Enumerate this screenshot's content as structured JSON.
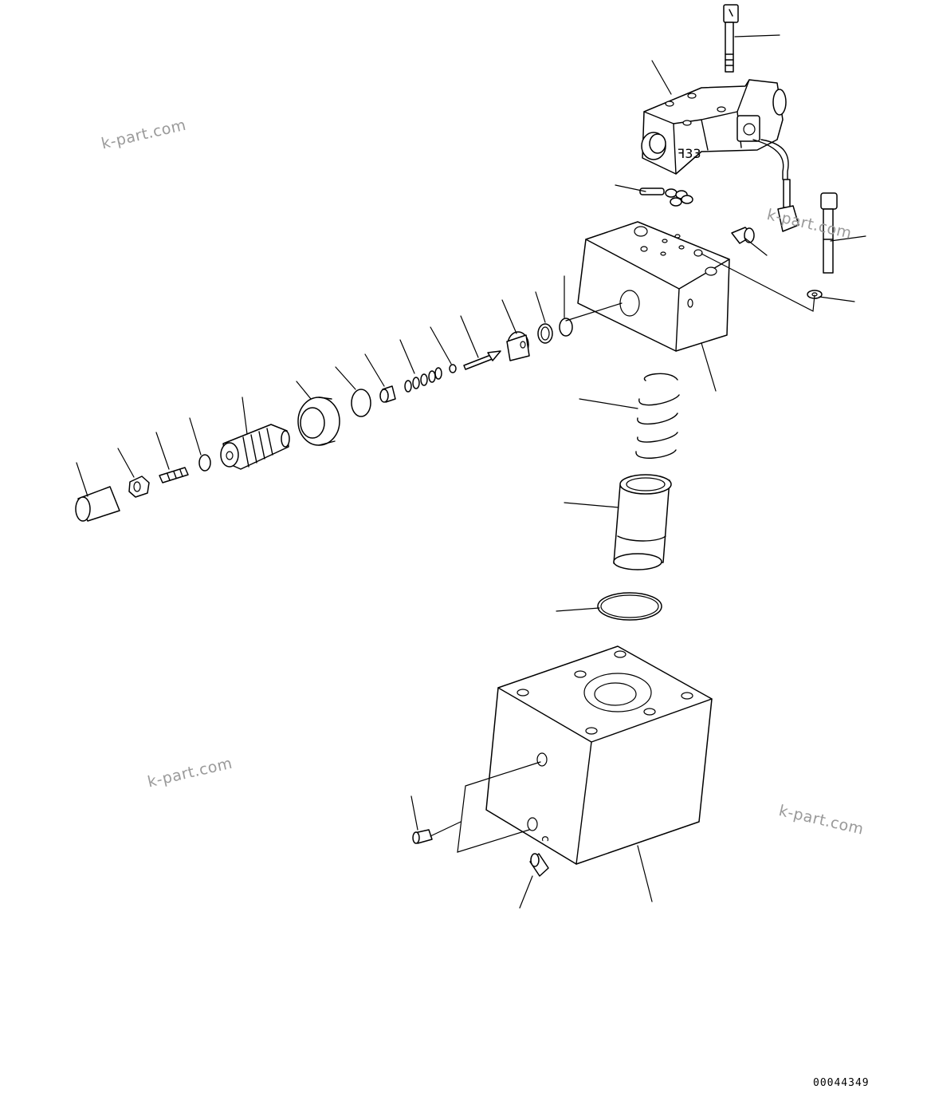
{
  "diagram": {
    "watermark": "k-part.com",
    "drawing_number": "00044349",
    "solenoid_marking": "ꟻ33",
    "lower_block_marking": "ɔ"
  }
}
